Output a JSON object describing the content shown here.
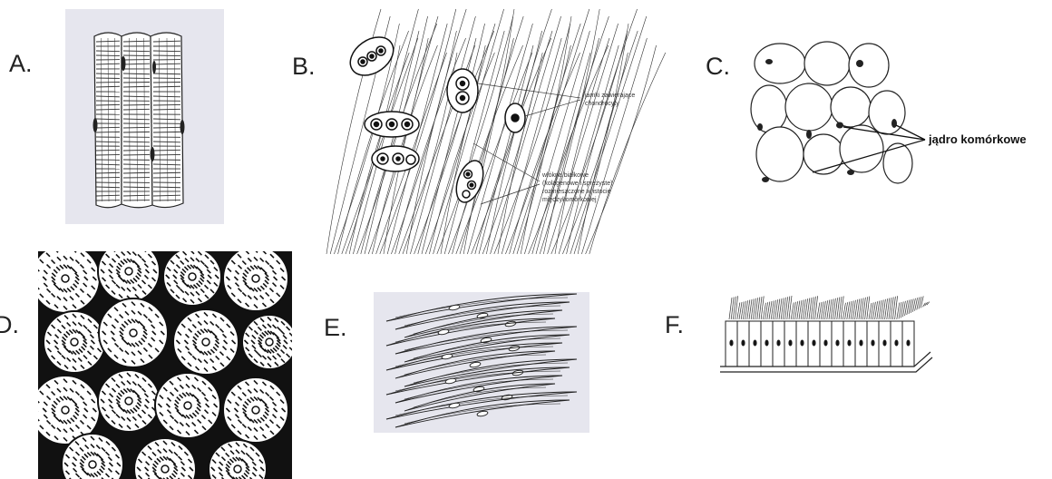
{
  "panels": {
    "A": {
      "letter": "A."
    },
    "B": {
      "letter": "B.",
      "annotation_1": [
        "jamki zawierające",
        "chondrocyty"
      ],
      "annotation_2": [
        "włókna białkowe",
        "(kolagenowe i sprężyste)",
        "rozmieszczone w istocie",
        "międzykomórkowej"
      ]
    },
    "C": {
      "letter": "C.",
      "annotation": "jądro komórkowe"
    },
    "D": {
      "letter": "D."
    },
    "E": {
      "letter": "E."
    },
    "F": {
      "letter": "F."
    }
  },
  "colors": {
    "panel_bg": "#e6e6ee",
    "ink": "#1a1a1a"
  }
}
